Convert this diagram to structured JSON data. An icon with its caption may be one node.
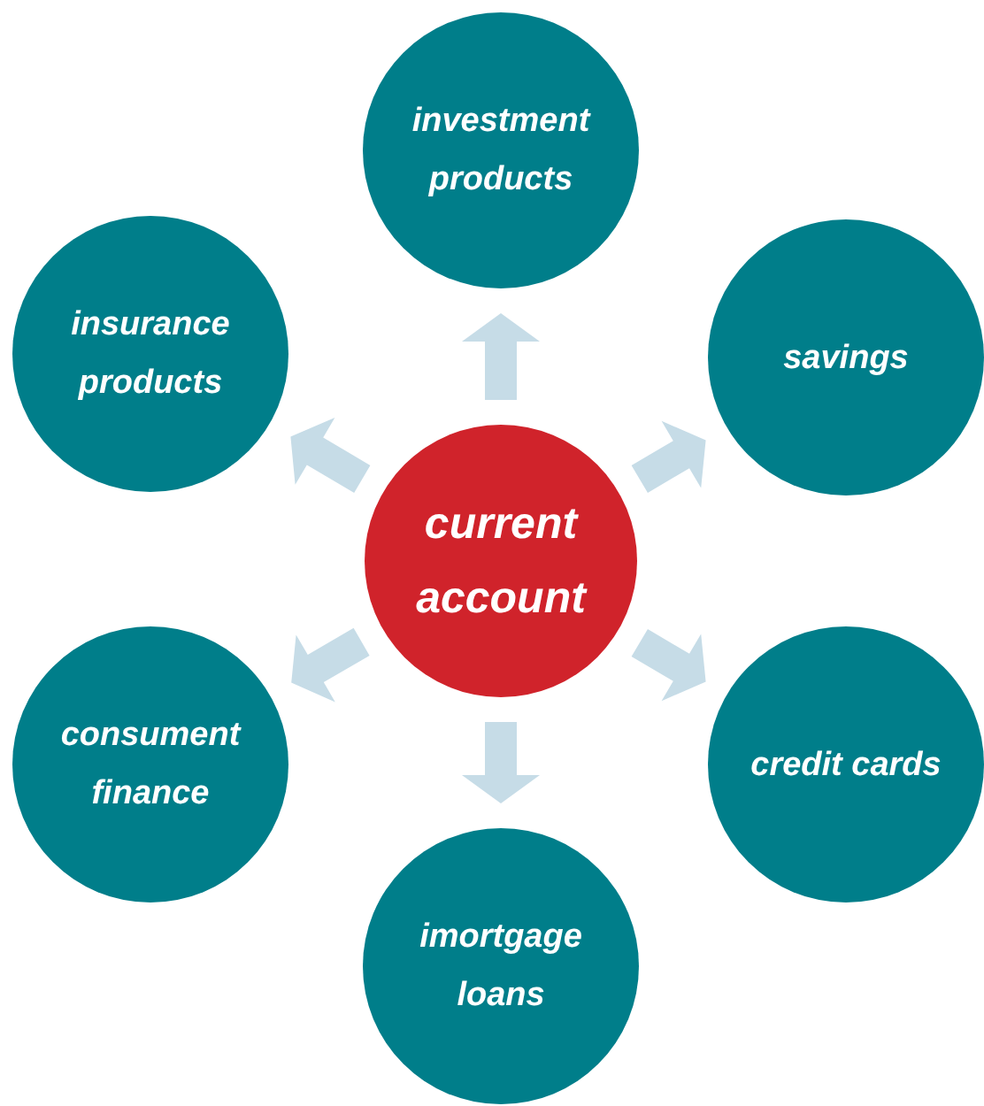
{
  "diagram": {
    "nodes": [
      {
        "text": [
          "investment products"
        ]
      },
      {
        "text": [
          "insurance products"
        ]
      },
      {
        "text": [
          "savings"
        ]
      },
      {
        "text": [
          "current account"
        ]
      },
      {
        "text": [
          "consument finance"
        ]
      },
      {
        "text": [
          "credit cards"
        ]
      },
      {
        "text": [
          "imortgage loans"
        ]
      }
    ],
    "edges": [
      {
        "from": 3,
        "to": 0,
        "arrow": "to",
        "style": "thick"
      },
      {
        "from": 3,
        "to": 2,
        "arrow": "to",
        "style": "thick"
      },
      {
        "from": 3,
        "to": 5,
        "arrow": "to",
        "style": "thick"
      },
      {
        "from": 3,
        "to": 6,
        "arrow": "to",
        "style": "thick"
      },
      {
        "from": 3,
        "to": 4,
        "arrow": "to",
        "style": "thick"
      },
      {
        "from": 3,
        "to": 1,
        "arrow": "to",
        "style": "thick"
      }
    ]
  }
}
